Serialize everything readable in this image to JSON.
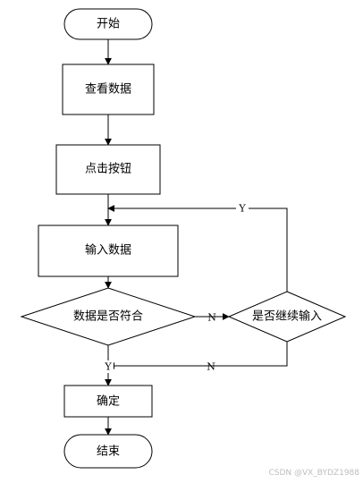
{
  "nodes": {
    "start": "开始",
    "view_data": "查看数据",
    "click_button": "点击按钮",
    "enter_data": "输入数据",
    "data_match": "数据是否符合",
    "continue_input": "是否继续输入",
    "confirm": "确定",
    "end": "结束"
  },
  "edges": {
    "match_no": "N",
    "continue_yes": "Y",
    "continue_no": "N",
    "match_yes": "Y"
  },
  "watermark": "CSDN @VX_BYDZ1988",
  "colors": {
    "stroke": "#000000",
    "fill": "#ffffff",
    "watermark": "#bdbdbd"
  }
}
